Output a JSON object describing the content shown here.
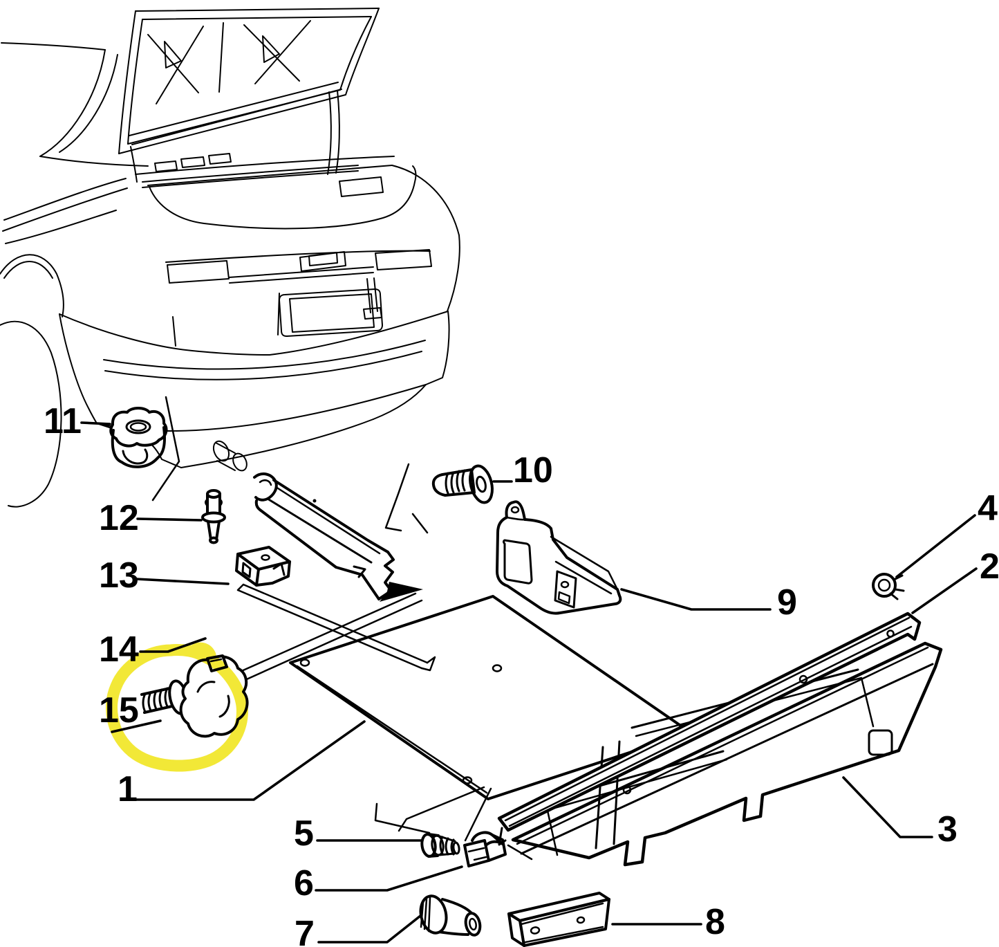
{
  "diagram": {
    "background": "#ffffff",
    "line_color": "#000000",
    "highlight_color": "#F2E72C",
    "highlighted_part": "15"
  },
  "callouts": [
    {
      "label": "1"
    },
    {
      "label": "2"
    },
    {
      "label": "3"
    },
    {
      "label": "4"
    },
    {
      "label": "5"
    },
    {
      "label": "6"
    },
    {
      "label": "7"
    },
    {
      "label": "8"
    },
    {
      "label": "9"
    },
    {
      "label": "10"
    },
    {
      "label": "11"
    },
    {
      "label": "12"
    },
    {
      "label": "13"
    },
    {
      "label": "14"
    },
    {
      "label": "15"
    }
  ]
}
